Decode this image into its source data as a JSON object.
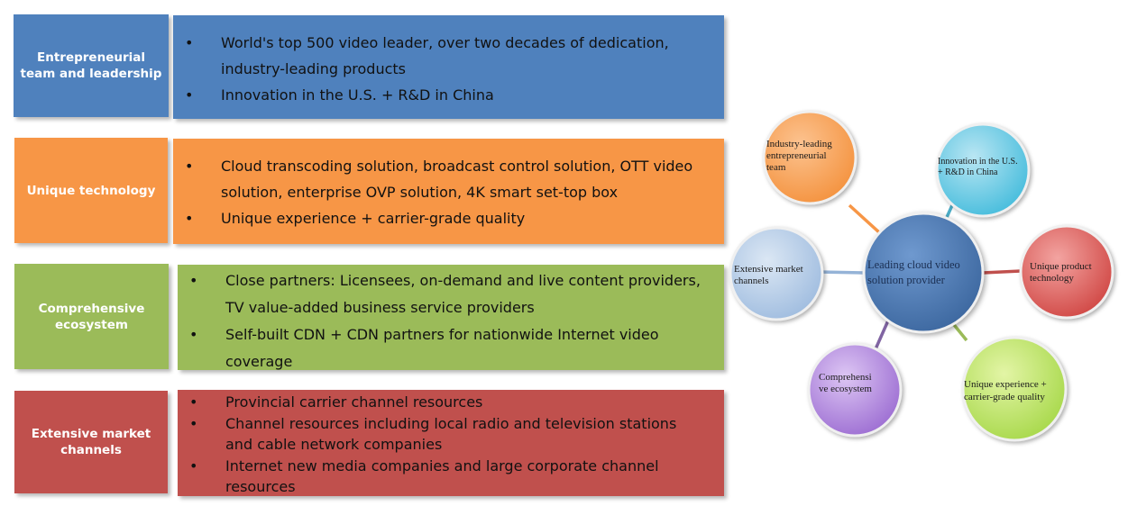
{
  "rows": [
    {
      "label": [
        "Entrepreneurial",
        "team and leadership"
      ],
      "bullets": [
        [
          "World's top 500 video leader, over two decades of dedication,",
          "industry-leading products"
        ],
        [
          "Innovation in the U.S. + R&D in China"
        ]
      ]
    },
    {
      "label": [
        "Unique technology"
      ],
      "bullets": [
        [
          "Cloud transcoding solution, broadcast control solution, OTT video",
          "solution, enterprise OVP solution, 4K smart set-top box"
        ],
        [
          "Unique experience + carrier-grade quality"
        ]
      ]
    },
    {
      "label": [
        "Comprehensive",
        "ecosystem"
      ],
      "bullets": [
        [
          "Close partners: Licensees, on-demand and live content providers,",
          "TV value-added business service providers"
        ],
        [
          "Self-built CDN + CDN partners for nationwide Internet video",
          "coverage"
        ]
      ]
    },
    {
      "label": [
        "Extensive market",
        "channels"
      ],
      "bullets": [
        [
          "Provincial carrier channel resources"
        ],
        [
          "Channel resources including local radio and television stations",
          "and cable network companies"
        ],
        [
          "Internet new media companies and large corporate channel",
          "resources"
        ]
      ]
    }
  ],
  "diagram": {
    "center": [
      "Leading cloud video",
      "solution provider"
    ],
    "nodes": [
      {
        "lines": [
          "Industry-leading",
          "entrepreneurial",
          "team"
        ],
        "color": "#f79646"
      },
      {
        "lines": [
          "Innovation in the U.S.",
          "+ R&D in China"
        ],
        "color": "#4bacc6"
      },
      {
        "lines": [
          "Unique product",
          "technology"
        ],
        "color": "#c0504d"
      },
      {
        "lines": [
          "Unique experience +",
          "carrier-grade quality"
        ],
        "color": "#9bbb59"
      },
      {
        "lines": [
          "Comprehensi",
          "ve ecosystem"
        ],
        "color": "#8064a2"
      },
      {
        "lines": [
          "Extensive market",
          "channels"
        ],
        "color": "#95b3d7"
      }
    ]
  }
}
